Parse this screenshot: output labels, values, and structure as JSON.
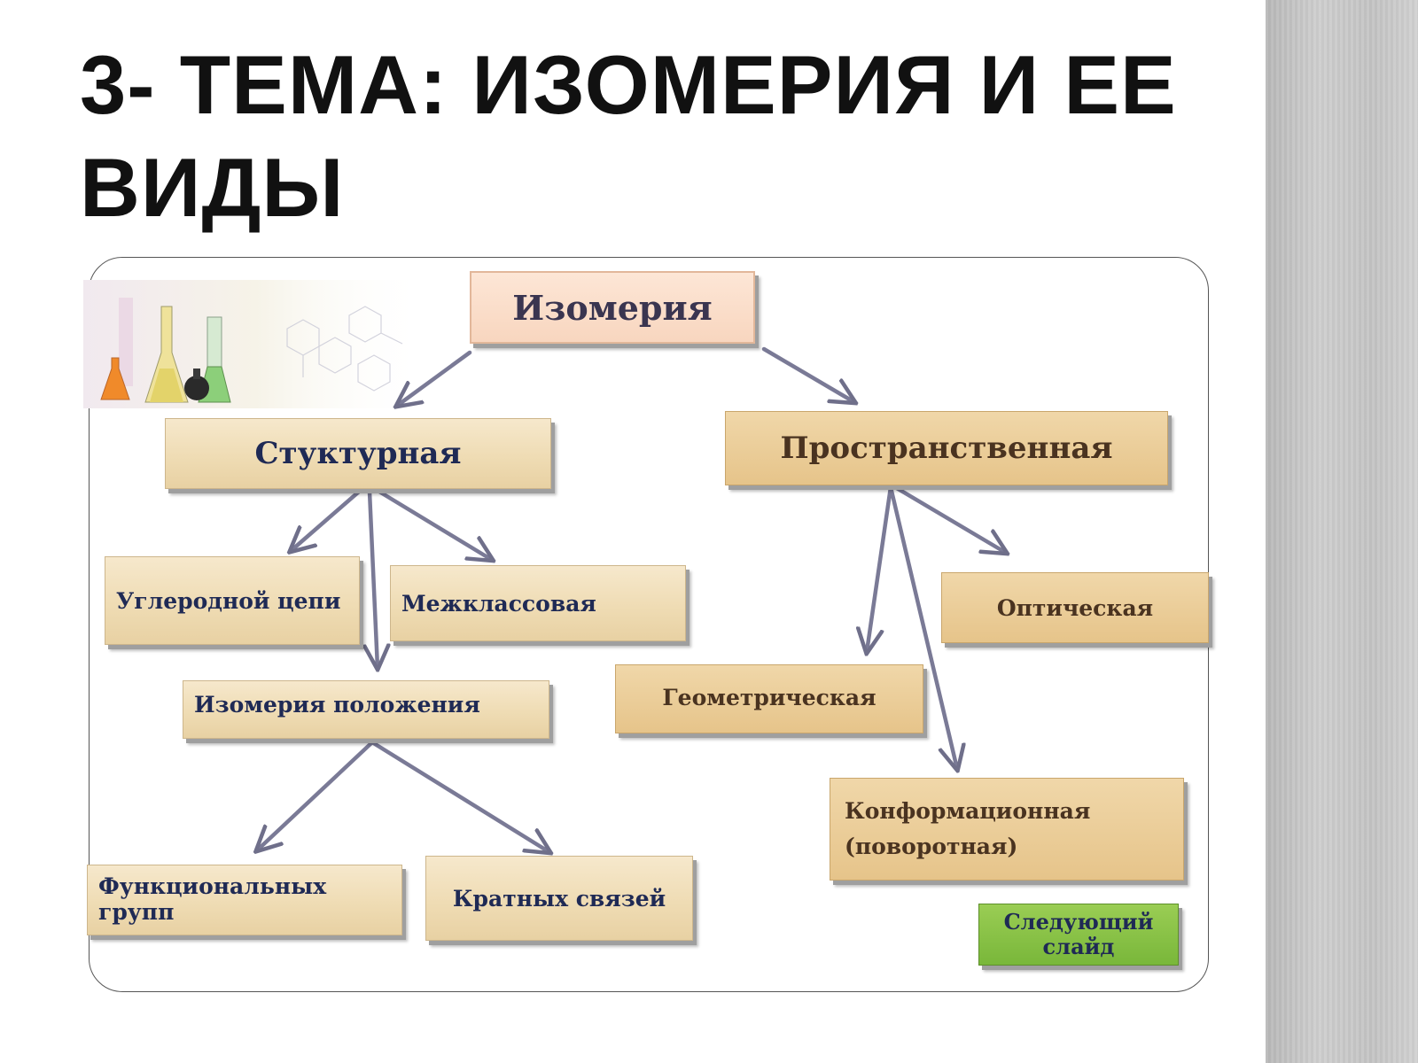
{
  "slide": {
    "title": "3- Тема: Изомерия и ее виды"
  },
  "diagram": {
    "root": "Изомерия",
    "structural": "Стуктурная",
    "spatial": "Пространственная",
    "carbon_chain": "Углеродной цепи",
    "interclass": "Межклассовая",
    "position": "Изомерия положения",
    "functional_groups": "Функциональных групп",
    "multiple_bonds": "Кратных связей",
    "optical": "Оптическая",
    "geometric": "Геометрическая",
    "conformational": "Конформационная (поворотная)"
  },
  "navigation": {
    "next_slide": "Следующий слайд"
  },
  "colors": {
    "node_beige": "#efdcb4",
    "node_tan": "#e6c48a",
    "root_pink": "#f8d6bf",
    "next_green": "#79b73a",
    "text_navy": "#1f2a55"
  }
}
